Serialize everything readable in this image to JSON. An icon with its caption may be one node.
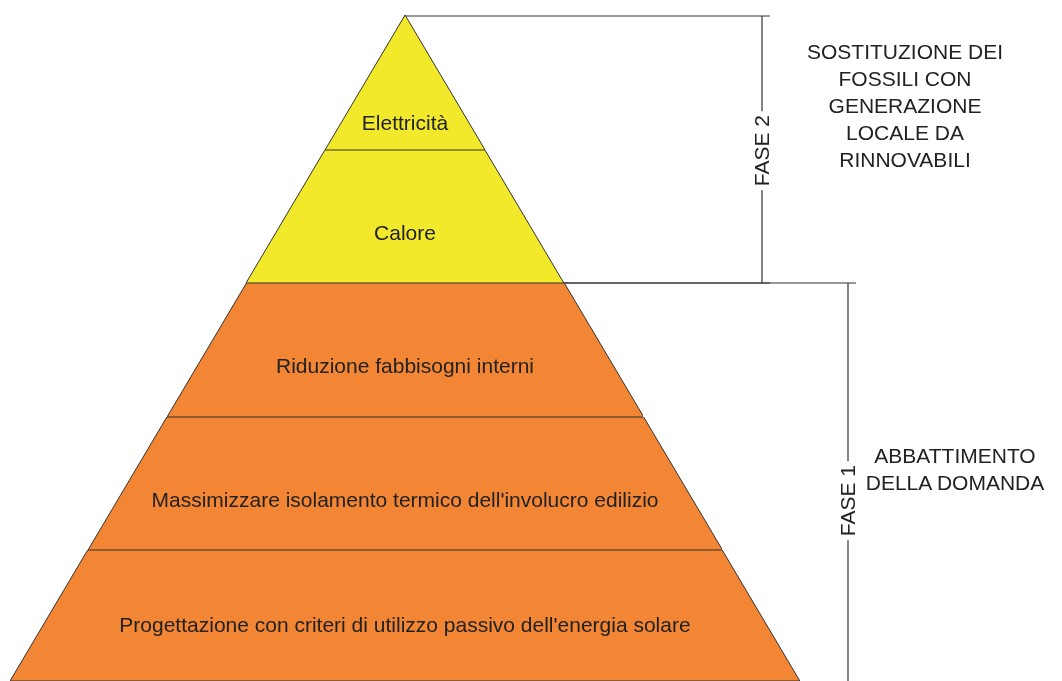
{
  "diagram": {
    "nodes": [
      {
        "text": [
          "Elettricità"
        ]
      },
      {
        "text": [
          "Calore"
        ]
      },
      {
        "text": [
          "Riduzione fabbisogni interni"
        ]
      },
      {
        "text": [
          "Massimizzare isolamento termico dell'involucro edilizio"
        ]
      },
      {
        "text": [
          "Progettazione con criteri di utilizzo passivo dell'energia solare"
        ]
      }
    ],
    "labels": [
      "FASE 2",
      "SOSTITUZIONE DEI FOSSILI CON GENERAZIONE LOCALE DA RINNOVABILI",
      "FASE 1",
      "ABBATTIMENTO DELLA DOMANDA"
    ]
  }
}
